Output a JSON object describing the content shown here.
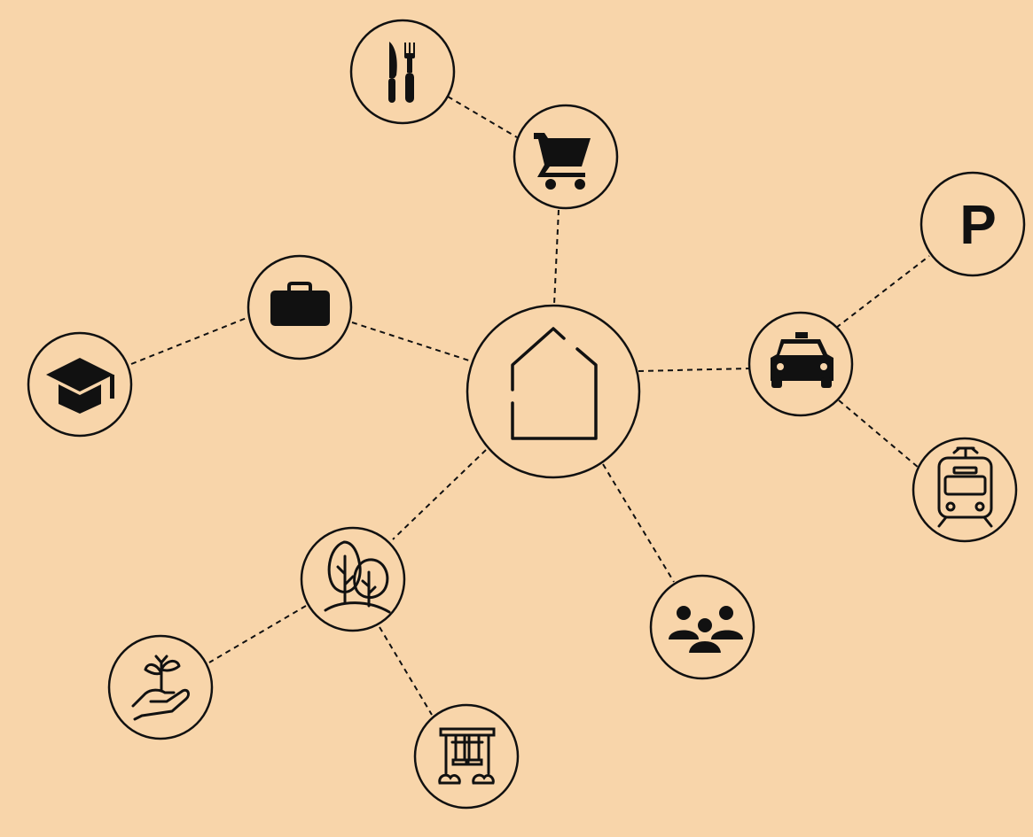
{
  "theme": {
    "background": "#F8D5AA",
    "stroke": "#111111",
    "node_fill": "#F8D5AA"
  },
  "diagram": {
    "center": {
      "icon": "home-outline-icon"
    },
    "nodes": [
      {
        "id": "restaurant",
        "icon": "knife-fork-icon"
      },
      {
        "id": "shopping",
        "icon": "shopping-cart-icon"
      },
      {
        "id": "work",
        "icon": "briefcase-icon"
      },
      {
        "id": "education",
        "icon": "graduation-cap-icon"
      },
      {
        "id": "parking",
        "icon": "parking-icon",
        "label": "P"
      },
      {
        "id": "taxi",
        "icon": "taxi-icon"
      },
      {
        "id": "tram",
        "icon": "tram-icon"
      },
      {
        "id": "park",
        "icon": "trees-icon"
      },
      {
        "id": "gardening",
        "icon": "plant-in-hand-icon"
      },
      {
        "id": "playground",
        "icon": "swing-icon"
      },
      {
        "id": "community",
        "icon": "people-group-icon"
      }
    ],
    "connections": [
      [
        "home",
        "shopping"
      ],
      [
        "shopping",
        "restaurant"
      ],
      [
        "home",
        "work"
      ],
      [
        "work",
        "education"
      ],
      [
        "home",
        "taxi"
      ],
      [
        "taxi",
        "parking"
      ],
      [
        "taxi",
        "tram"
      ],
      [
        "home",
        "park"
      ],
      [
        "park",
        "gardening"
      ],
      [
        "park",
        "playground"
      ],
      [
        "home",
        "community"
      ]
    ]
  }
}
